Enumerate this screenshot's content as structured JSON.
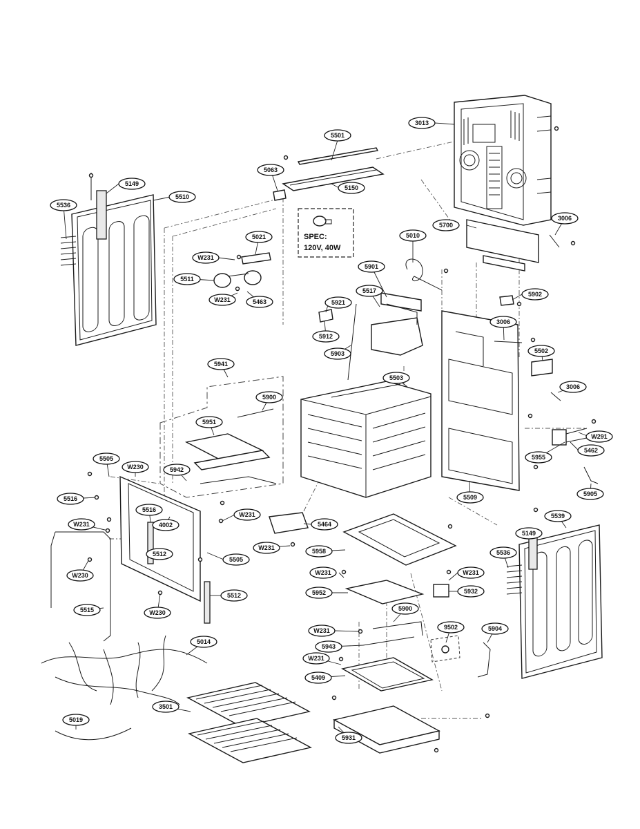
{
  "spec": {
    "line1": "SPEC:",
    "line2": "120V, 40W"
  },
  "callouts": [
    "5501",
    "3013",
    "5063",
    "5149",
    "5510",
    "5536",
    "5150",
    "5700",
    "3006",
    "5021",
    "W231",
    "5010",
    "5511",
    "W231",
    "5463",
    "5901",
    "5517",
    "5902",
    "5921",
    "5912",
    "5903",
    "3006",
    "5502",
    "5941",
    "5503",
    "3006",
    "5900",
    "5951",
    "W291",
    "5955",
    "5462",
    "5505",
    "W230",
    "5942",
    "5509",
    "5905",
    "5516",
    "5516",
    "W231",
    "4002",
    "5464",
    "5149",
    "5539",
    "W231",
    "5512",
    "5505",
    "W231",
    "5958",
    "5536",
    "W230",
    "W231",
    "W231",
    "5952",
    "5932",
    "5512",
    "5515",
    "W230",
    "5900",
    "5014",
    "W231",
    "9502",
    "5904",
    "5943",
    "W231",
    "5409",
    "3501",
    "5019",
    "5931"
  ]
}
